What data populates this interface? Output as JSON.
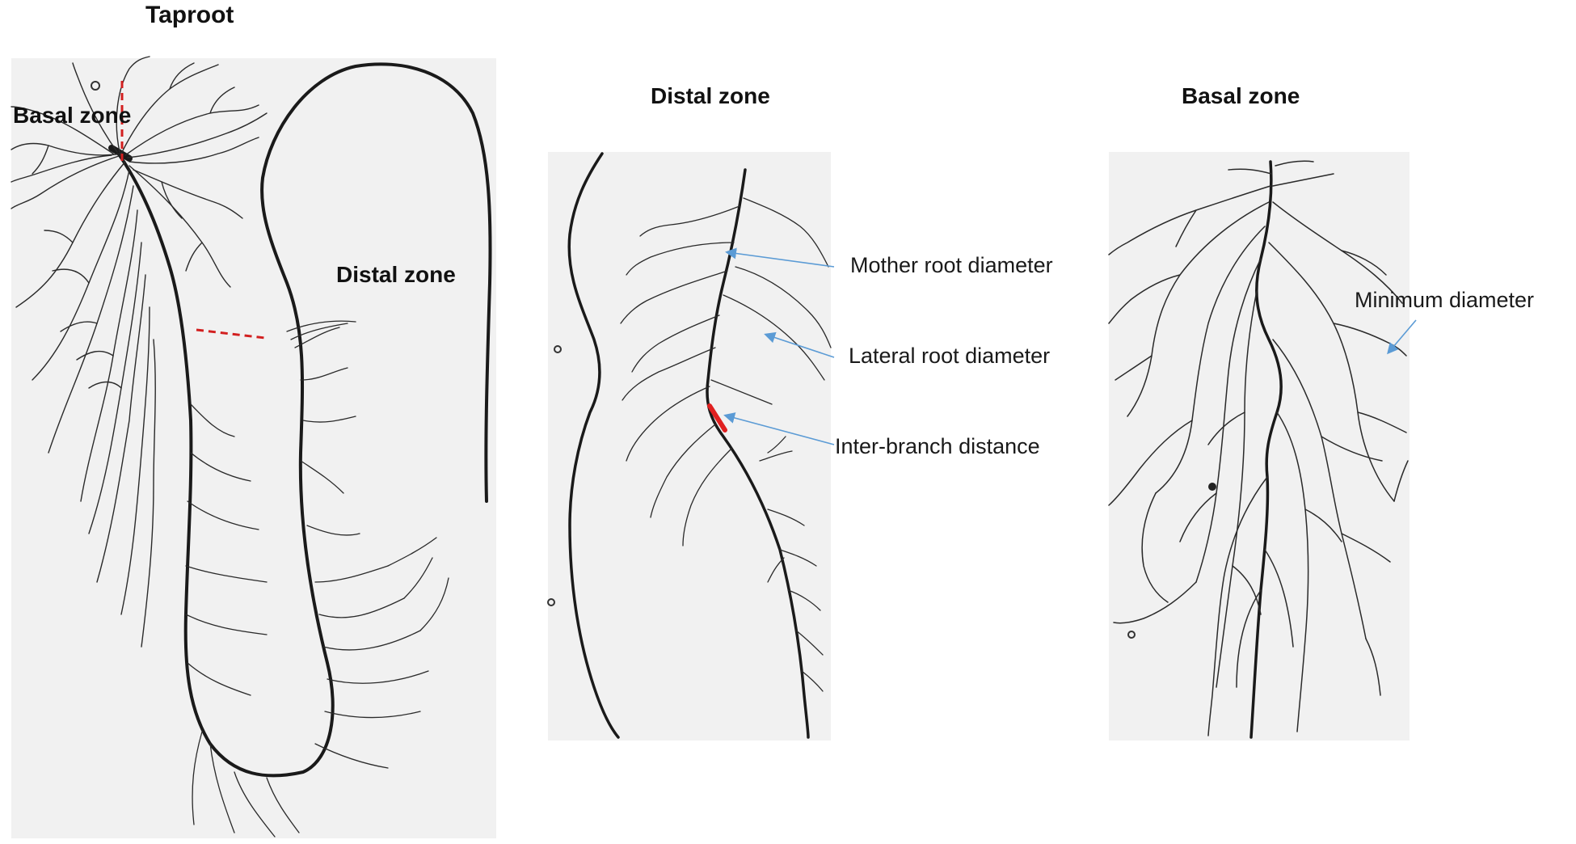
{
  "panels": {
    "taproot": {
      "title": "Taproot",
      "labels": {
        "basal": "Basal zone",
        "distal": "Distal zone"
      }
    },
    "distal": {
      "title": "Distal zone",
      "annotations": {
        "mother": "Mother root diameter",
        "lateral": "Lateral root diameter",
        "inter": "Inter-branch distance"
      }
    },
    "basal": {
      "title": "Basal zone",
      "annotations": {
        "minimum": "Minimum diameter"
      }
    }
  },
  "colors": {
    "root": "#1a1a1a",
    "cut_line": "#d21f1f",
    "highlight": "#e02020",
    "arrow": "#5b9bd5",
    "scan_background": "#f1f1f1"
  }
}
